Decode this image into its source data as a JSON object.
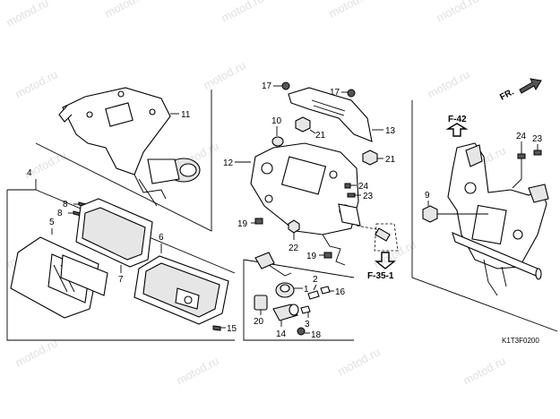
{
  "watermark": "motod.ru",
  "diagram_code": "K1T3F0200",
  "direction_label": "FR.",
  "refs": {
    "f42": "F-42",
    "f351": "F-35-1"
  },
  "callouts": {
    "n1": "1",
    "n2": "2",
    "n3": "3",
    "n4": "4",
    "n5": "5",
    "n6": "6",
    "n7": "7",
    "n8a": "8",
    "n8b": "8",
    "n9": "9",
    "n10": "10",
    "n11": "11",
    "n12": "12",
    "n13": "13",
    "n14": "14",
    "n15": "15",
    "n16": "16",
    "n17a": "17",
    "n17b": "17",
    "n18": "18",
    "n19a": "19",
    "n19b": "19",
    "n20": "20",
    "n21a": "21",
    "n21b": "21",
    "n22": "22",
    "n23a": "23",
    "n23b": "23",
    "n24a": "24",
    "n24b": "24"
  }
}
